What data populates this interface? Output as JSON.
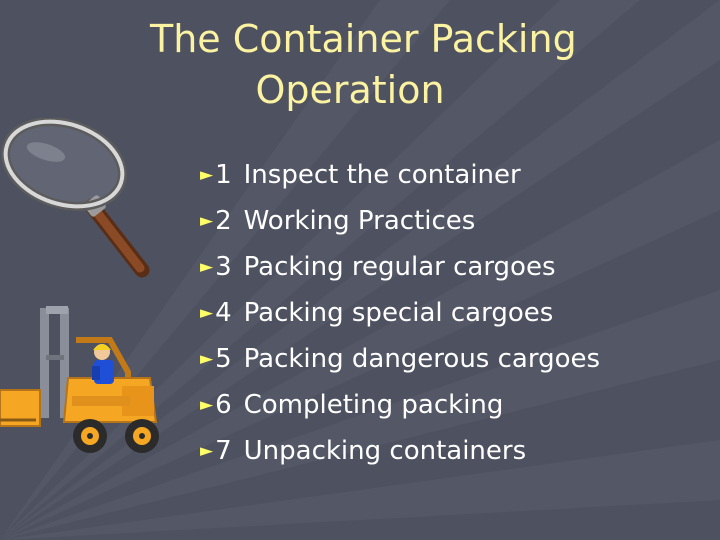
{
  "slide": {
    "title_line1": "The Container Packing",
    "title_line2": "Operation",
    "bullet_symbol": "►",
    "items": [
      {
        "num": "1",
        "text": "Inspect the container"
      },
      {
        "num": "2",
        "text": "Working Practices"
      },
      {
        "num": "3",
        "text": "Packing regular cargoes"
      },
      {
        "num": "4",
        "text": "Packing special cargoes"
      },
      {
        "num": "5",
        "text": "Packing dangerous cargoes"
      },
      {
        "num": "6",
        "text": "Completing packing"
      },
      {
        "num": "7",
        "text": "Unpacking containers"
      }
    ]
  },
  "colors": {
    "background": "#4d5160",
    "title": "#fbf2a2",
    "bullet_text": "#ffffff",
    "bullet_arrow": "#ffff66",
    "forklift_body": "#f5a623"
  },
  "icons": [
    "magnifying-glass-icon",
    "forklift-icon"
  ]
}
